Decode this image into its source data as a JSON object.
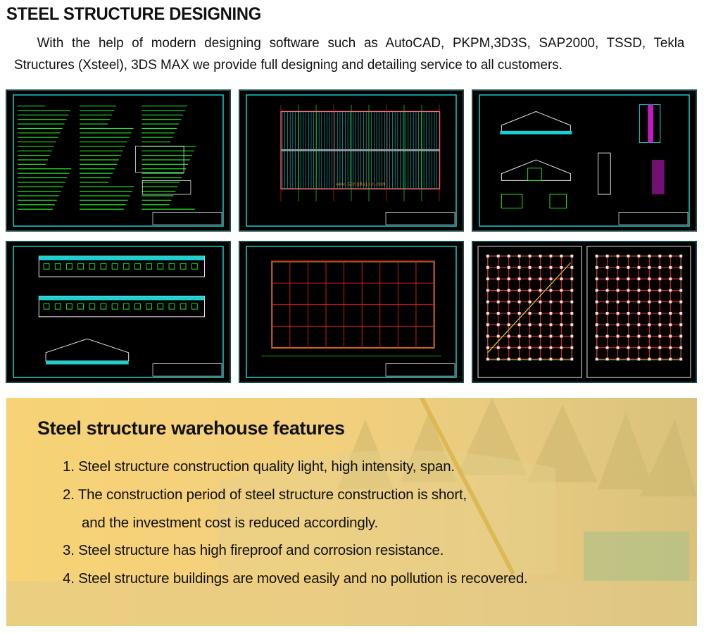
{
  "header": {
    "title": "STEEL STRUCTURE DESIGNING",
    "intro": "With the help of modern designing software such as AutoCAD, PKPM,3D3S, SAP2000, TSSD, Tekla Structures (Xsteel), 3DS MAX we provide full designing and detailing service to all customers."
  },
  "drawings": [
    {
      "kind": "design-notes"
    },
    {
      "kind": "roof-plan",
      "watermark": "www.GongBaike.com"
    },
    {
      "kind": "elevation-details"
    },
    {
      "kind": "elevations"
    },
    {
      "kind": "column-grid-plan"
    },
    {
      "kind": "floor-plans"
    }
  ],
  "features": {
    "heading": "Steel structure warehouse features",
    "items": [
      "1. Steel structure construction quality light, high intensity, span.",
      "2. The construction period of steel structure construction is short,",
      "and the investment cost is reduced accordingly.",
      "3. Steel structure has high fireproof and corrosion resistance.",
      "4. Steel structure buildings are moved easily and no pollution is recovered."
    ],
    "background_color": "#f5d27a"
  }
}
